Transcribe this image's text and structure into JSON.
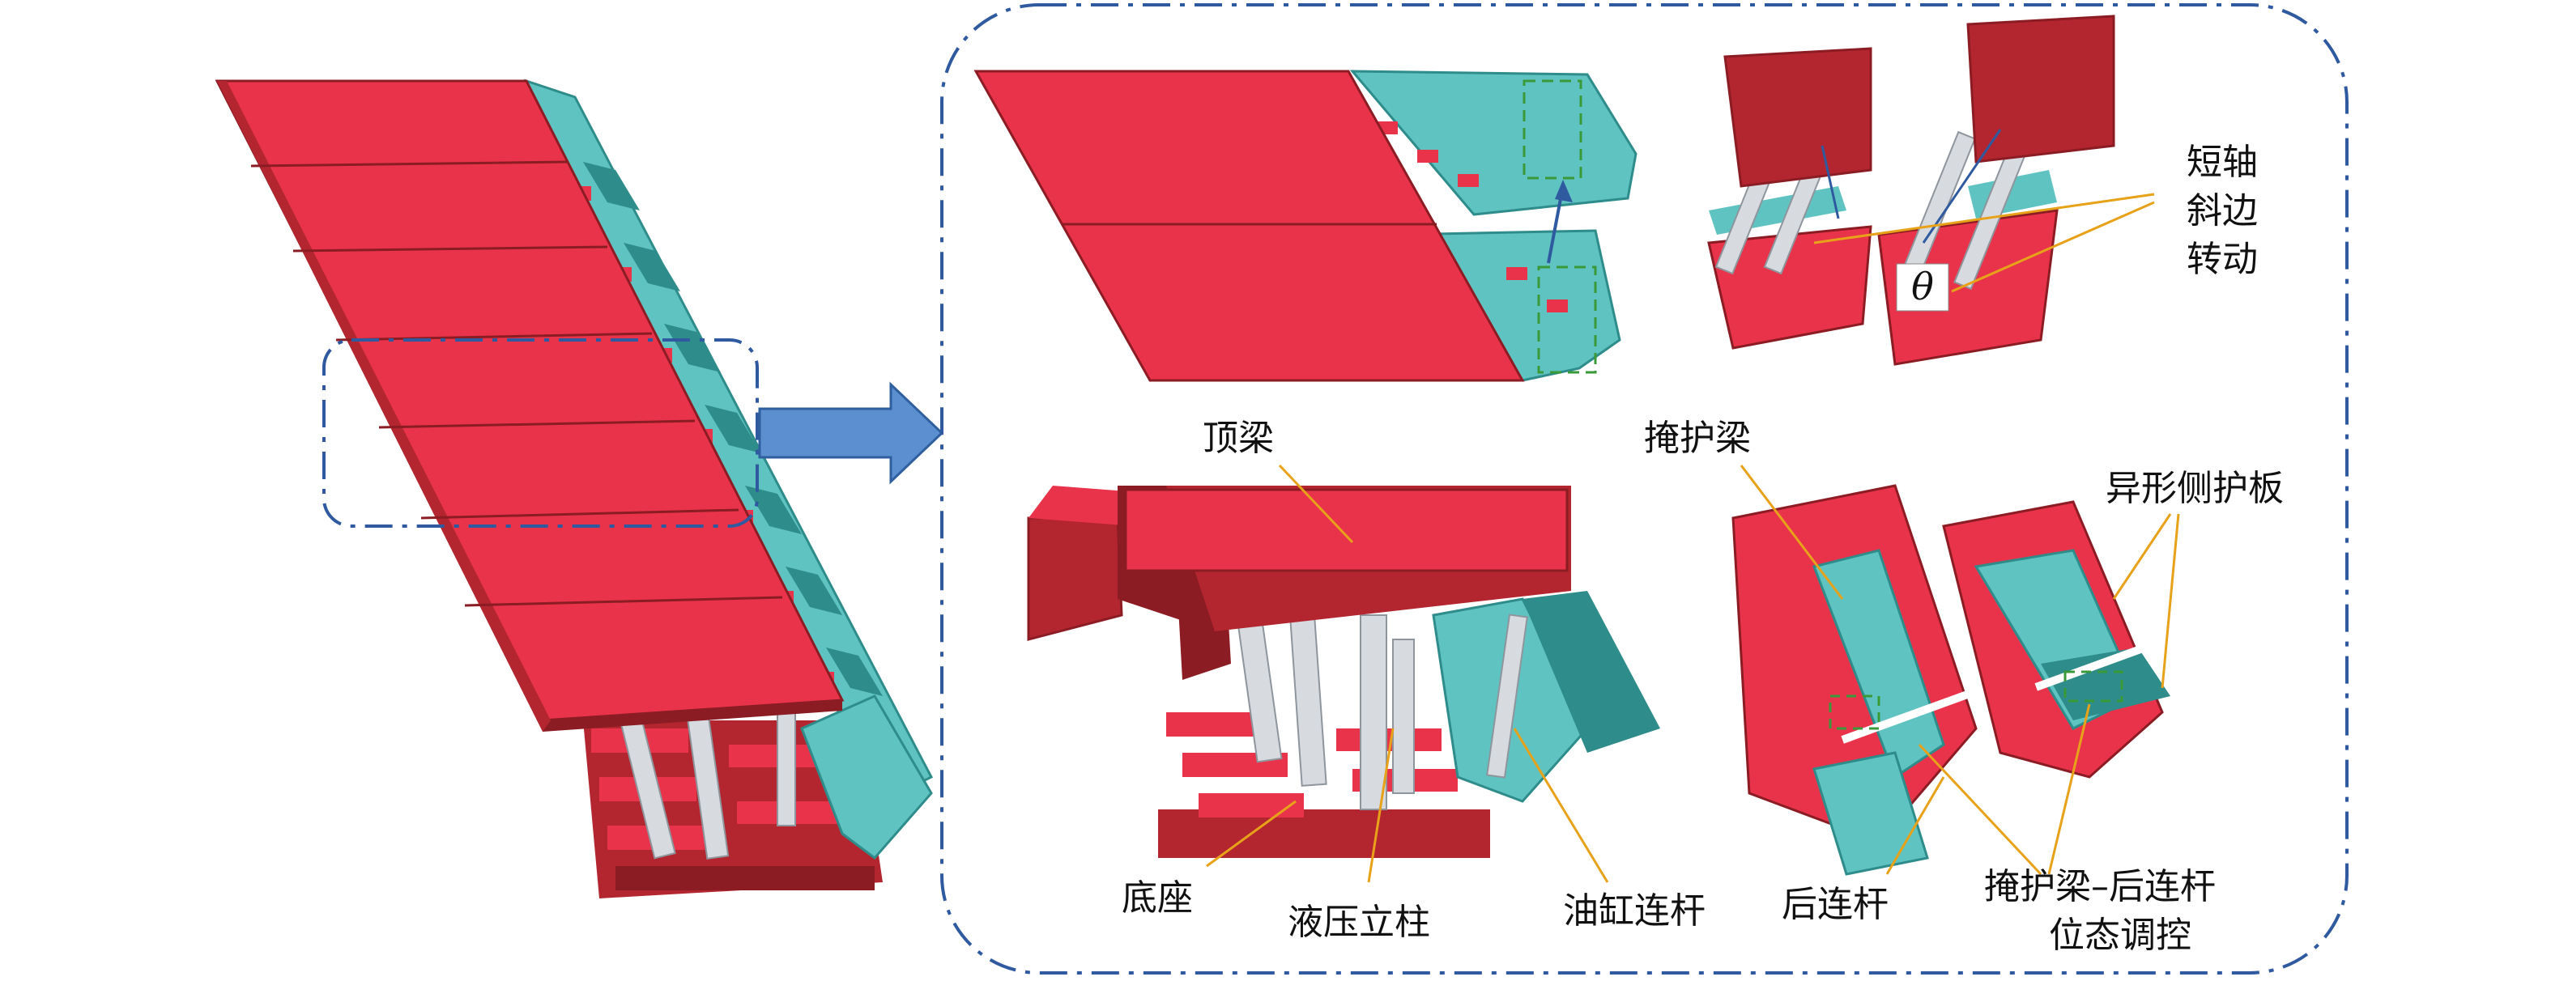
{
  "labels": {
    "top_beam": "顶梁",
    "shield_beam": "掩护梁",
    "special_side_guard": "异形侧护板",
    "short_axis_rotation": [
      "短轴",
      "斜边",
      "转动"
    ],
    "theta": "θ",
    "base": "底座",
    "hydraulic_column": "液压立柱",
    "cylinder_link": "油缸连杆",
    "rear_link": "后连杆",
    "shield_rear_link_control": [
      "掩护梁–后连杆",
      "位态调控"
    ]
  },
  "colors": {
    "red": "#e8334a",
    "red_dark": "#b3262f",
    "red_deep": "#8c1c24",
    "teal": "#5fc3c1",
    "teal_dark": "#2e8c8a",
    "steel": "#d7dbe0",
    "steel_dark": "#8e959c",
    "arrow_fill": "#5b8fd0",
    "arrow_stroke": "#2f5f9e",
    "dash_blue": "#2f5aa0",
    "dash_green": "#3a9a3a",
    "leader": "#e8a21a"
  },
  "icons": {
    "transition_arrow": "right-block-arrow",
    "callout_frame": "dash-dot-rounded-rect"
  }
}
